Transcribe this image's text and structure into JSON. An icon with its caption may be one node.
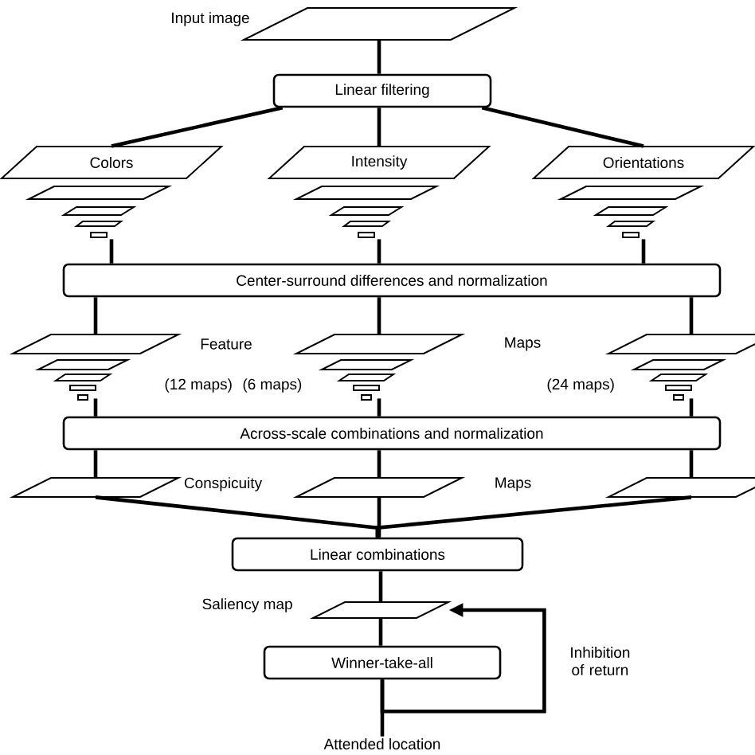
{
  "diagram": {
    "nodes": [
      {
        "text": [
          "Input image"
        ]
      },
      {
        "text": [
          "Linear filtering"
        ]
      },
      {
        "text": [
          "Colors"
        ]
      },
      {
        "text": [
          "Intensity"
        ]
      },
      {
        "text": [
          "Orientations"
        ]
      },
      {
        "text": [
          "Center-surround differences and normalization"
        ]
      },
      {
        "text": [],
        "shape": "pyramid",
        "beside": [
          "(12 maps)"
        ]
      },
      {
        "text": [],
        "shape": "pyramid",
        "beside": [
          "(6 maps)"
        ]
      },
      {
        "text": [],
        "shape": "pyramid",
        "beside": [
          "(24 maps)"
        ]
      },
      {
        "text": [
          "Across-scale combinations and normalization"
        ]
      },
      {
        "text": [],
        "shape": "parallelogram"
      },
      {
        "text": [],
        "shape": "parallelogram"
      },
      {
        "text": [],
        "shape": "parallelogram"
      },
      {
        "text": [
          "Linear combinations"
        ]
      },
      {
        "text": [
          "Saliency map"
        ]
      },
      {
        "text": [
          "Winner-take-all"
        ]
      },
      {
        "text": [
          "Attended location"
        ]
      }
    ],
    "edges": [
      {
        "from": 0,
        "to": 1,
        "arrow": "none"
      },
      {
        "from": 1,
        "to": 2,
        "arrow": "none"
      },
      {
        "from": 1,
        "to": 3,
        "arrow": "none"
      },
      {
        "from": 1,
        "to": 4,
        "arrow": "none"
      },
      {
        "from": 2,
        "to": 5,
        "arrow": "none"
      },
      {
        "from": 3,
        "to": 5,
        "arrow": "none"
      },
      {
        "from": 4,
        "to": 5,
        "arrow": "none"
      },
      {
        "from": 5,
        "to": 6,
        "arrow": "none"
      },
      {
        "from": 5,
        "to": 7,
        "arrow": "none"
      },
      {
        "from": 5,
        "to": 8,
        "arrow": "none"
      },
      {
        "from": 6,
        "to": 9,
        "arrow": "none"
      },
      {
        "from": 7,
        "to": 9,
        "arrow": "none"
      },
      {
        "from": 8,
        "to": 9,
        "arrow": "none"
      },
      {
        "from": 9,
        "to": 10,
        "arrow": "none"
      },
      {
        "from": 9,
        "to": 11,
        "arrow": "none"
      },
      {
        "from": 9,
        "to": 12,
        "arrow": "none"
      },
      {
        "from": 10,
        "to": 13,
        "arrow": "none"
      },
      {
        "from": 11,
        "to": 13,
        "arrow": "none"
      },
      {
        "from": 12,
        "to": 13,
        "arrow": "none"
      },
      {
        "from": 13,
        "to": 14,
        "arrow": "none"
      },
      {
        "from": 14,
        "to": 15,
        "arrow": "none"
      },
      {
        "from": 15,
        "to": 16,
        "arrow": "none"
      },
      {
        "from": 15,
        "to": 14,
        "arrow": "to",
        "label": "Inhibition of return"
      }
    ],
    "labels": [
      "Feature",
      "Maps",
      "Conspicuity",
      "Maps"
    ]
  }
}
